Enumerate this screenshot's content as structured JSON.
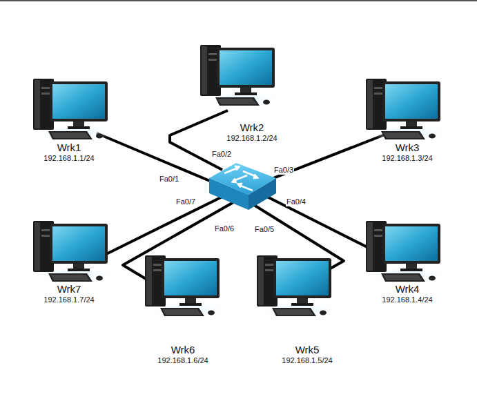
{
  "diagram": {
    "nodes": [
      {
        "text": [
          "Wrk2",
          "192.168.1.2/24"
        ]
      },
      {
        "text": [
          "Wrk1",
          "192.168.1.1/24"
        ]
      },
      {
        "text": [
          "Wrk3",
          "192.168.1.3/24"
        ]
      },
      {
        "text": [
          "Wrk7",
          "192.168.1.7/24"
        ]
      },
      {
        "text": [
          "Wrk4",
          "192.168.1.4/24"
        ]
      },
      {
        "text": [
          "Wrk6",
          "192.168.1.6/24"
        ]
      },
      {
        "text": [
          "Wrk5",
          "192.168.1.5/24"
        ]
      }
    ],
    "labels": [
      "Fa0/2",
      "Fa0/3",
      "Fa0/1",
      "Fa0/7",
      "Fa0/4",
      "Fa0/6",
      "Fa0/5"
    ]
  }
}
